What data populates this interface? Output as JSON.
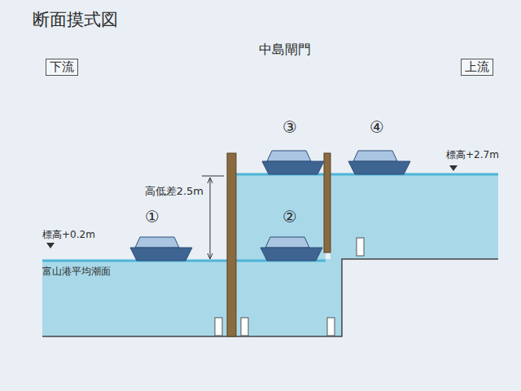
{
  "diagram": {
    "title": "断面摸式図",
    "nodes": [
      {
        "text": [
          "下流"
        ]
      },
      {
        "text": [
          "上流"
        ]
      }
    ],
    "labels": [
      "中島閘門",
      "①",
      "②",
      "③",
      "④",
      "高低差2.5m",
      "標高+0.2m",
      "富山港平均潮面",
      "標高+2.7m"
    ]
  }
}
